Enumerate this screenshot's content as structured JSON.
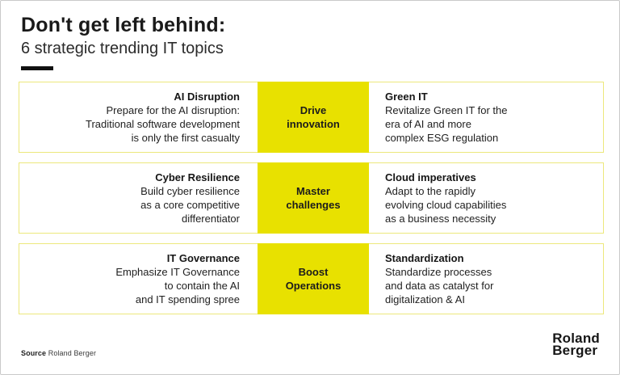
{
  "header": {
    "title": "Don't get left behind:",
    "subtitle": "6 strategic trending IT topics"
  },
  "rows": [
    {
      "left": {
        "heading": "AI Disruption",
        "lines": [
          "Prepare for the AI disruption:",
          "Traditional software development",
          "is only the first casualty"
        ]
      },
      "center": {
        "lines": [
          "Drive",
          "innovation"
        ]
      },
      "right": {
        "heading": "Green IT",
        "lines": [
          "Revitalize Green IT for the",
          "era of AI and more",
          "complex ESG regulation"
        ]
      }
    },
    {
      "left": {
        "heading": "Cyber Resilience",
        "lines": [
          "Build cyber resilience",
          "as a core competitive",
          "differentiator"
        ]
      },
      "center": {
        "lines": [
          "Master",
          "challenges"
        ]
      },
      "right": {
        "heading": "Cloud imperatives",
        "lines": [
          "Adapt to the rapidly",
          "evolving cloud capabilities",
          "as a business necessity"
        ]
      }
    },
    {
      "left": {
        "heading": "IT Governance",
        "lines": [
          "Emphasize IT Governance",
          "to contain the AI",
          "and IT spending spree"
        ]
      },
      "center": {
        "lines": [
          "Boost",
          "Operations"
        ]
      },
      "right": {
        "heading": "Standardization",
        "lines": [
          "Standardize processes",
          "and data as catalyst for",
          "digitalization & AI"
        ]
      }
    }
  ],
  "footer": {
    "source_label": "Source",
    "source_value": "Roland Berger"
  },
  "logo": {
    "line1": "Roland",
    "line2": "Berger"
  },
  "colors": {
    "brand_yellow": "#e8e100",
    "row_border": "#ece87c",
    "text": "#1a1a1a",
    "outer_border": "#c9c9c9"
  }
}
